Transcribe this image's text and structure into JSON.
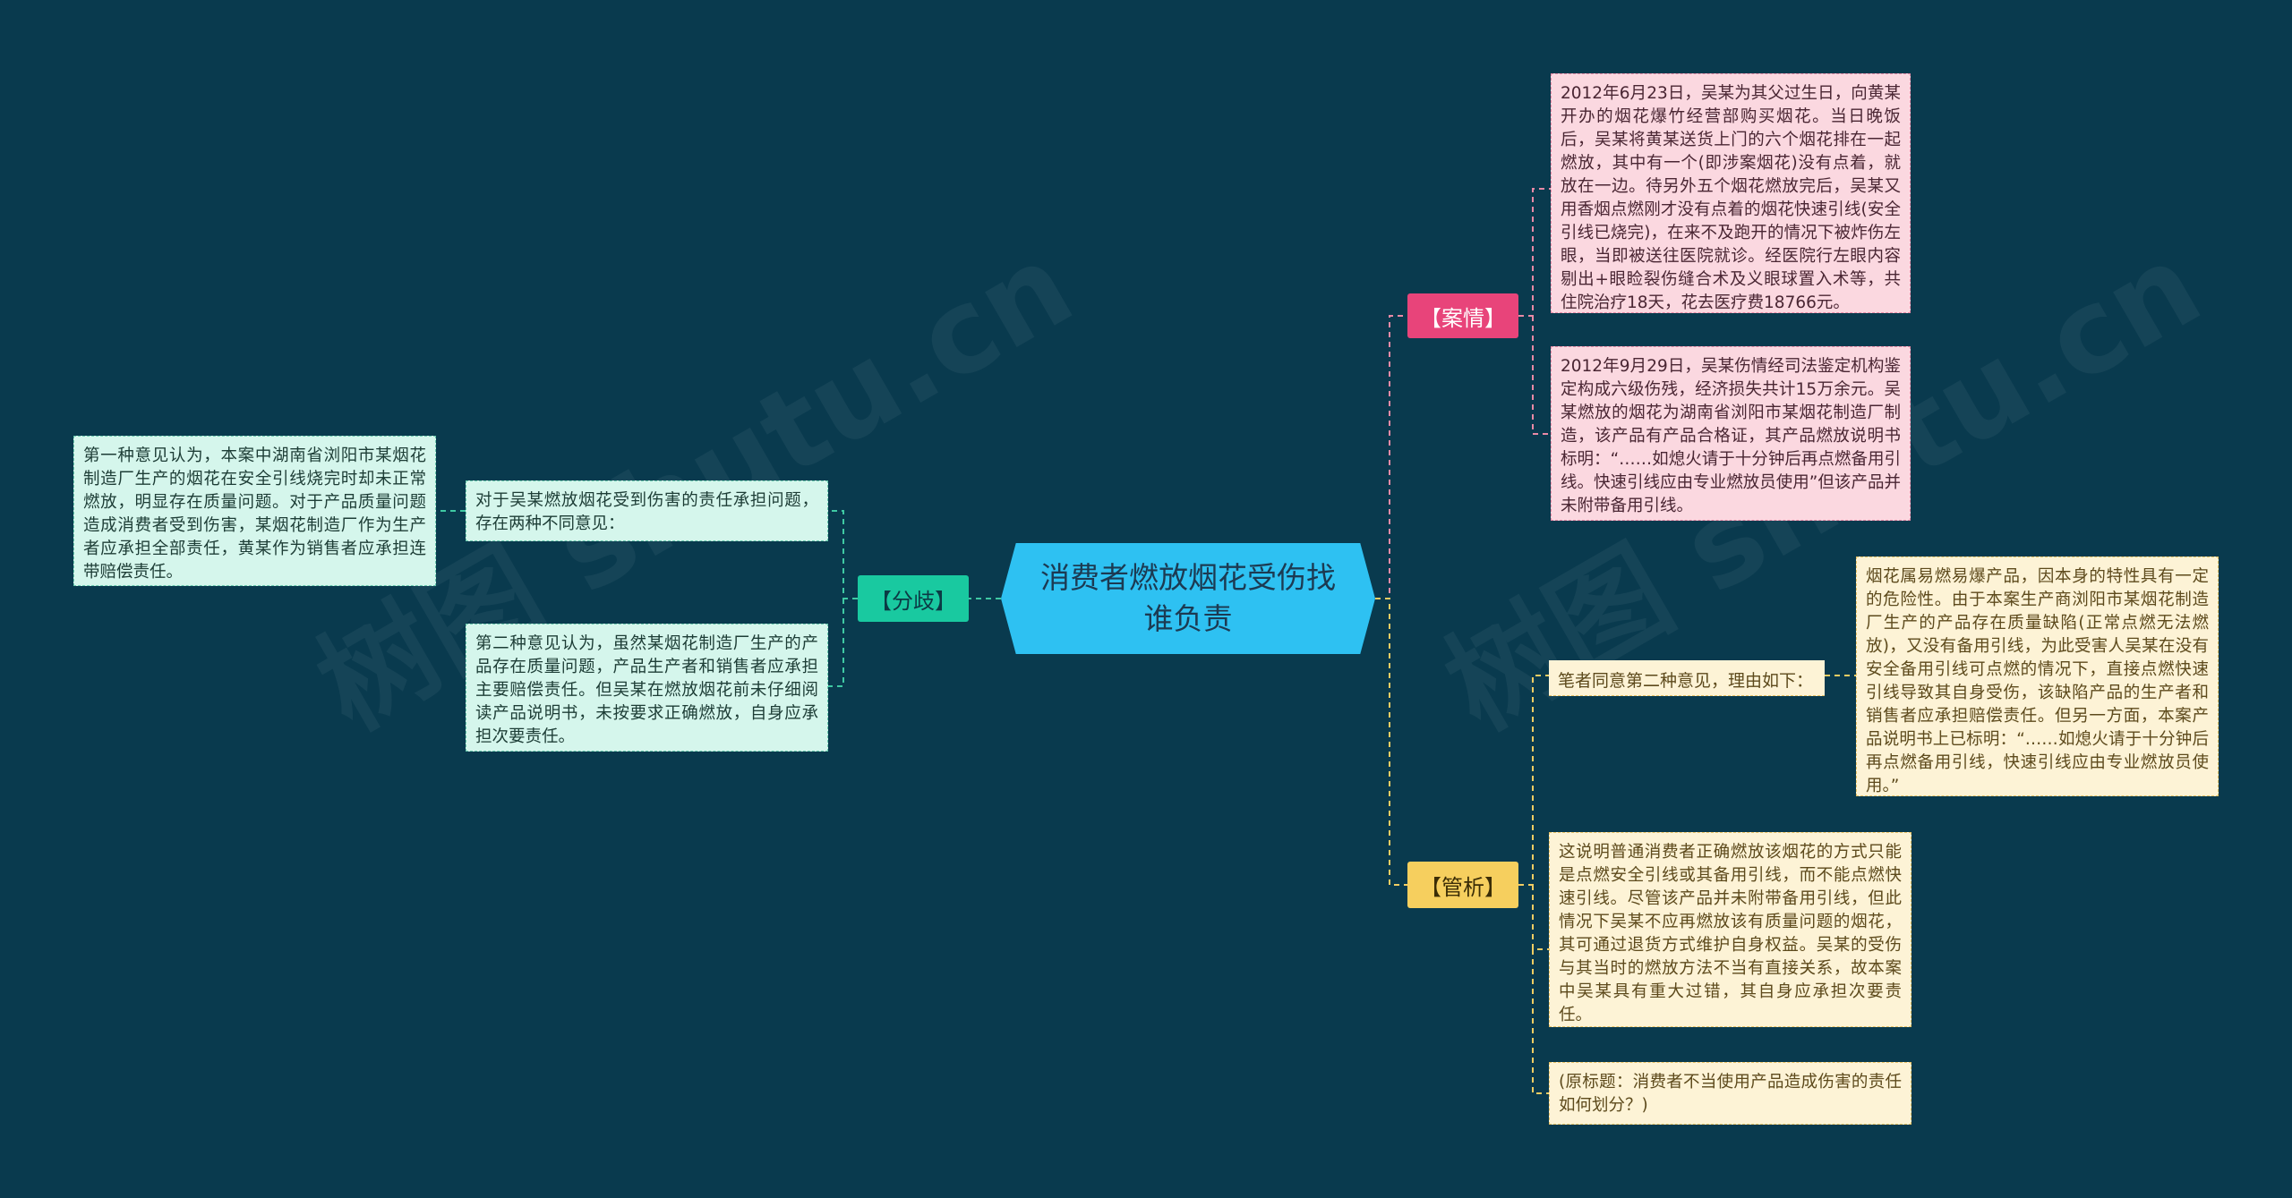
{
  "center": {
    "title": "消费者燃放烟花受伤找谁负责"
  },
  "branches": {
    "anqing": {
      "label": "【案情】",
      "items": [
        "2012年6月23日，吴某为其父过生日，向黄某开办的烟花爆竹经营部购买烟花。当日晚饭后，吴某将黄某送货上门的六个烟花排在一起燃放，其中有一个(即涉案烟花)没有点着，就放在一边。待另外五个烟花燃放完后，吴某又用香烟点燃刚才没有点着的烟花快速引线(安全引线已烧完)，在来不及跑开的情况下被炸伤左眼，当即被送往医院就诊。经医院行左眼内容剔出+眼睑裂伤缝合术及义眼球置入术等，共住院治疗18天，花去医疗费18766元。",
        "2012年9月29日，吴某伤情经司法鉴定机构鉴定构成六级伤残，经济损失共计15万余元。吴某燃放的烟花为湖南省浏阳市某烟花制造厂制造，该产品有产品合格证，其产品燃放说明书标明：“……如熄火请于十分钟后再点燃备用引线。快速引线应由专业燃放员使用”但该产品并未附带备用引线。"
      ]
    },
    "fenqi": {
      "label": "【分歧】",
      "intro": "对于吴某燃放烟花受到伤害的责任承担问题，存在两种不同意见：",
      "first_opinion": "第一种意见认为，本案中湖南省浏阳市某烟花制造厂生产的烟花在安全引线烧完时却未正常燃放，明显存在质量问题。对于产品质量问题造成消费者受到伤害，某烟花制造厂作为生产者应承担全部责任，黄某作为销售者应承担连带赔偿责任。",
      "second_opinion": "第二种意见认为，虽然某烟花制造厂生产的产品存在质量问题，产品生产者和销售者应承担主要赔偿责任。但吴某在燃放烟花前未仔细阅读产品说明书，未按要求正确燃放，自身应承担次要责任。"
    },
    "guanxi": {
      "label": "【管析】",
      "agree": "笔者同意第二种意见，理由如下：",
      "reason": "烟花属易燃易爆产品，因本身的特性具有一定的危险性。由于本案生产商浏阳市某烟花制造厂生产的产品存在质量缺陷(正常点燃无法燃放)，又没有备用引线，为此受害人吴某在没有安全备用引线可点燃的情况下，直接点燃快速引线导致其自身受伤，该缺陷产品的生产者和销售者应承担赔偿责任。但另一方面，本案产品说明书上已标明：“……如熄火请于十分钟后再点燃备用引线，快速引线应由专业燃放员使用。”",
      "analysis": "这说明普通消费者正确燃放该烟花的方式只能是点燃安全引线或其备用引线，而不能点燃快速引线。尽管该产品并未附带备用引线，但此情况下吴某不应再燃放该有质量问题的烟花，其可通过退货方式维护自身权益。吴某的受伤与其当时的燃放方法不当有直接关系，故本案中吴某具有重大过错，其自身应承担次要责任。",
      "source": "(原标题：消费者不当使用产品造成伤害的责任如何划分？)"
    }
  },
  "watermarks": [
    "树图 shutu.cn",
    "树图 shutu.cn"
  ],
  "colors": {
    "background": "#093a4e",
    "center": "#2ec1f2",
    "anqing": "#e8447a",
    "fenqi": "#19c9a0",
    "guanxi": "#f6cf5e",
    "link_pink": "#e98aa6",
    "link_mint": "#3fc9a3",
    "link_yellow": "#f1cd63"
  }
}
